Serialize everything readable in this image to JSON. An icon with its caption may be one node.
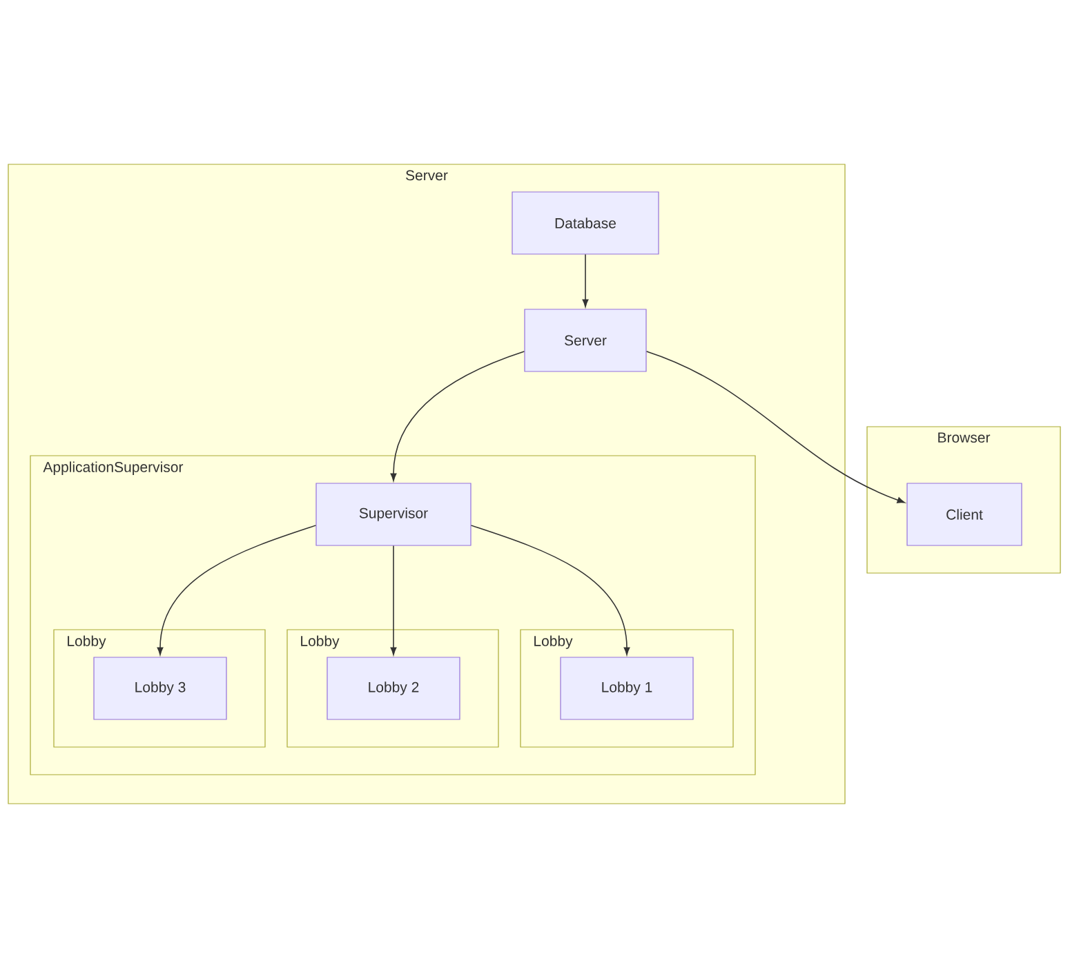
{
  "diagram": {
    "nodes": [
      {
        "text": [
          "Server"
        ]
      },
      {
        "text": [
          "Database"
        ],
        "in": 0
      },
      {
        "text": [
          "Server"
        ],
        "in": 0
      },
      {
        "text": [
          "ApplicationSupervisor"
        ],
        "in": 0
      },
      {
        "text": [
          "Supervisor"
        ],
        "in": 3
      },
      {
        "text": [
          "Lobby"
        ],
        "in": 3
      },
      {
        "text": [
          "Lobby 3"
        ],
        "in": 5
      },
      {
        "text": [
          "Lobby"
        ],
        "in": 3
      },
      {
        "text": [
          "Lobby 2"
        ],
        "in": 7
      },
      {
        "text": [
          "Lobby"
        ],
        "in": 3
      },
      {
        "text": [
          "Lobby 1"
        ],
        "in": 9
      },
      {
        "text": [
          "Browser"
        ]
      },
      {
        "text": [
          "Client"
        ],
        "in": 11
      }
    ],
    "edges": [
      {
        "from": 1,
        "to": 2,
        "arrow": "to"
      },
      {
        "from": 2,
        "to": 4,
        "arrow": "to"
      },
      {
        "from": 2,
        "to": 12,
        "arrow": "to"
      },
      {
        "from": 4,
        "to": 6,
        "arrow": "to"
      },
      {
        "from": 4,
        "to": 8,
        "arrow": "to"
      },
      {
        "from": 4,
        "to": 10,
        "arrow": "to"
      }
    ]
  }
}
